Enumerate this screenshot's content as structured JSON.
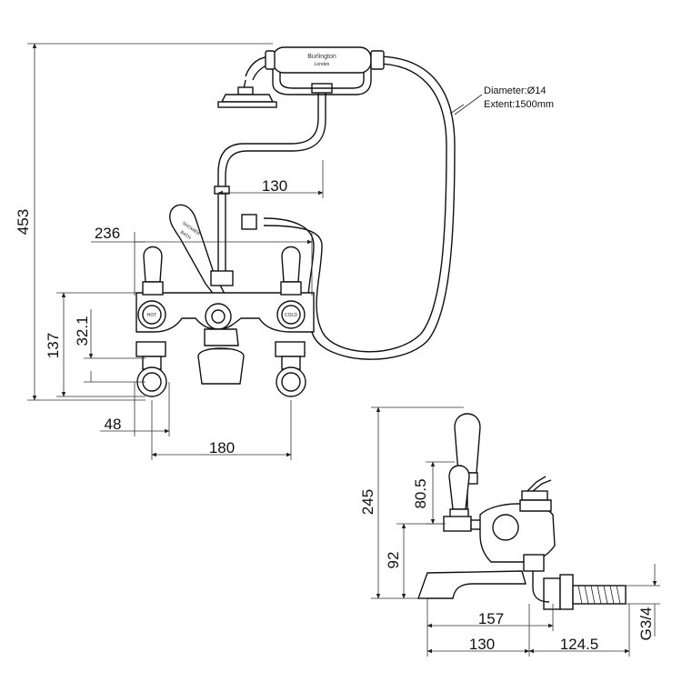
{
  "brand": {
    "name": "Burlington",
    "location": "London"
  },
  "lever": {
    "line1": "SHOWER",
    "line2": "BATH"
  },
  "caps": {
    "hot": "HOT",
    "cold": "COLD"
  },
  "hose_note": {
    "diameter": "Diameter:Ø14",
    "extent": "Extent:1500mm"
  },
  "front_view": {
    "height_total": "453",
    "shower_offset": "130",
    "width_236": "236",
    "height_137": "137",
    "height_32": "32.1",
    "width_48": "48",
    "centers_180": "180"
  },
  "side_view": {
    "height_245": "245",
    "height_80": "80.5",
    "height_92": "92",
    "projection_157": "157",
    "spout_130": "130",
    "leg_124": "124.5",
    "thread": "G3/4"
  }
}
